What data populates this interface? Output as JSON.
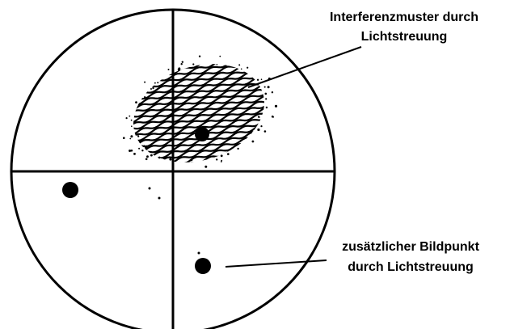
{
  "labels": {
    "interference": {
      "line1": "Interferenzmuster durch",
      "line2": "Lichtstreuung"
    },
    "extra_point": {
      "line1": "zusätzlicher Bildpunkt",
      "line2": "durch Lichtstreuung"
    }
  },
  "colors": {
    "ink": "#000000",
    "background": "#ffffff"
  }
}
